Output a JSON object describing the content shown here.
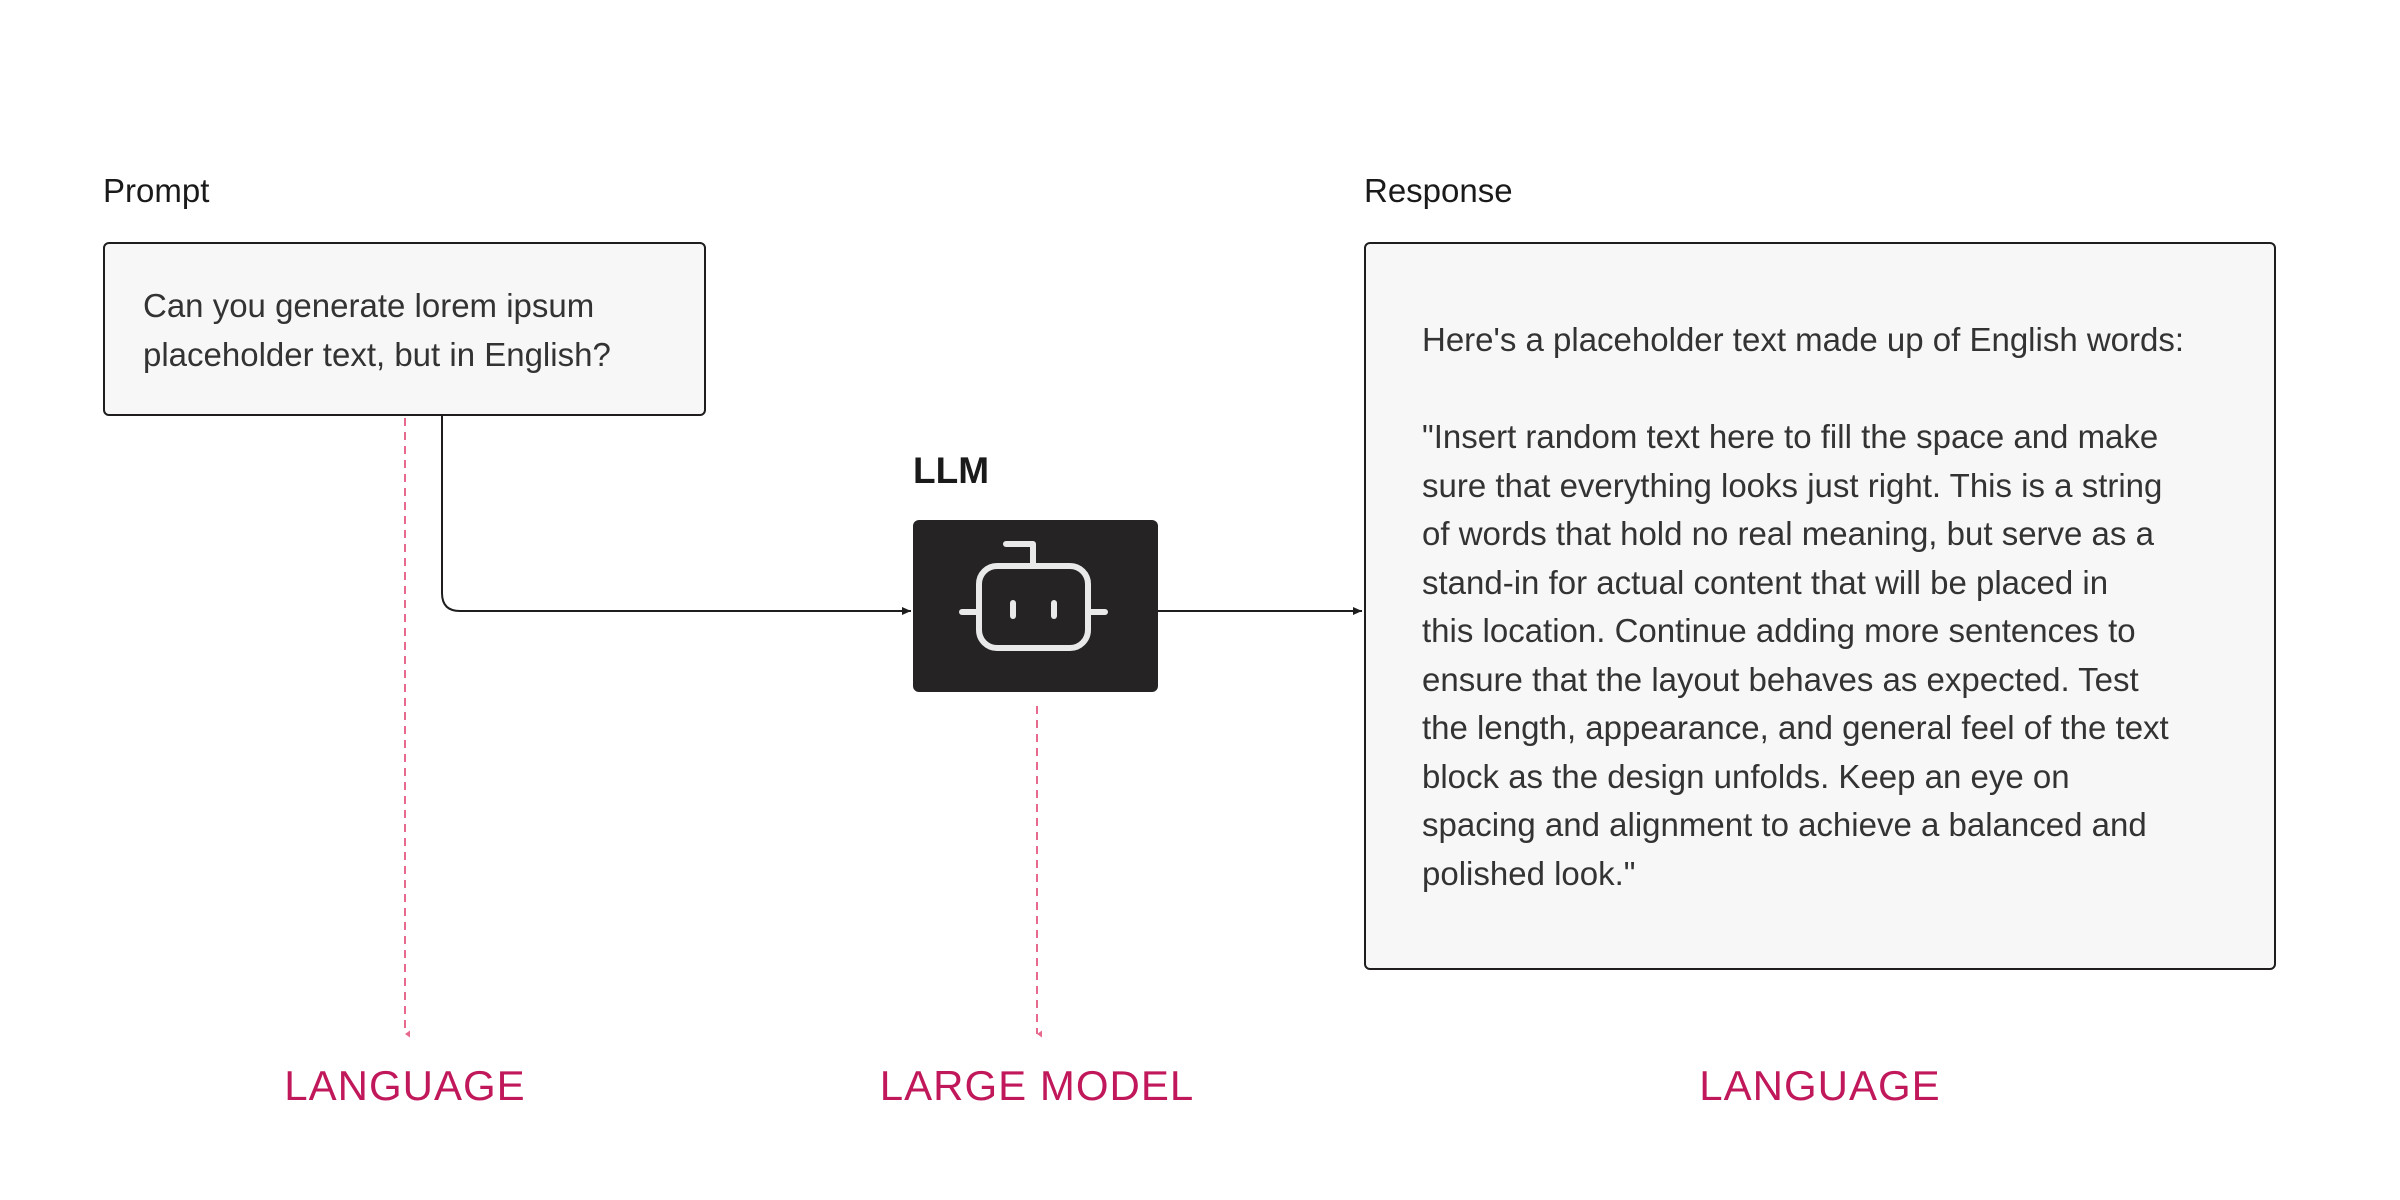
{
  "prompt": {
    "label": "Prompt",
    "text": "Can you generate lorem ipsum\nplaceholder text, but in English?"
  },
  "llm": {
    "label": "LLM",
    "icon": "robot-icon"
  },
  "response": {
    "label": "Response",
    "text": "Here's a placeholder text made up of English words:\n\n\"Insert random text here to fill the space and make\nsure that everything looks just right. This is a string\nof words that hold no real meaning, but serve as a\nstand-in for actual content that will be placed in\nthis location. Continue adding more sentences to\nensure that the layout behaves as expected. Test\nthe length, appearance, and general feel of the text\nblock as the design unfolds. Keep an eye on\nspacing and alignment to achieve a balanced and\npolished look.\""
  },
  "categories": {
    "left": "LANGUAGE",
    "middle": "LARGE MODEL",
    "right": "LANGUAGE"
  },
  "colors": {
    "accent": "#c0185a",
    "dashed_line": "#e8698e",
    "box_fill": "#f7f7f7",
    "box_border": "#1f1d1e",
    "llm_fill": "#252324",
    "icon_stroke": "#e9e9e9"
  }
}
